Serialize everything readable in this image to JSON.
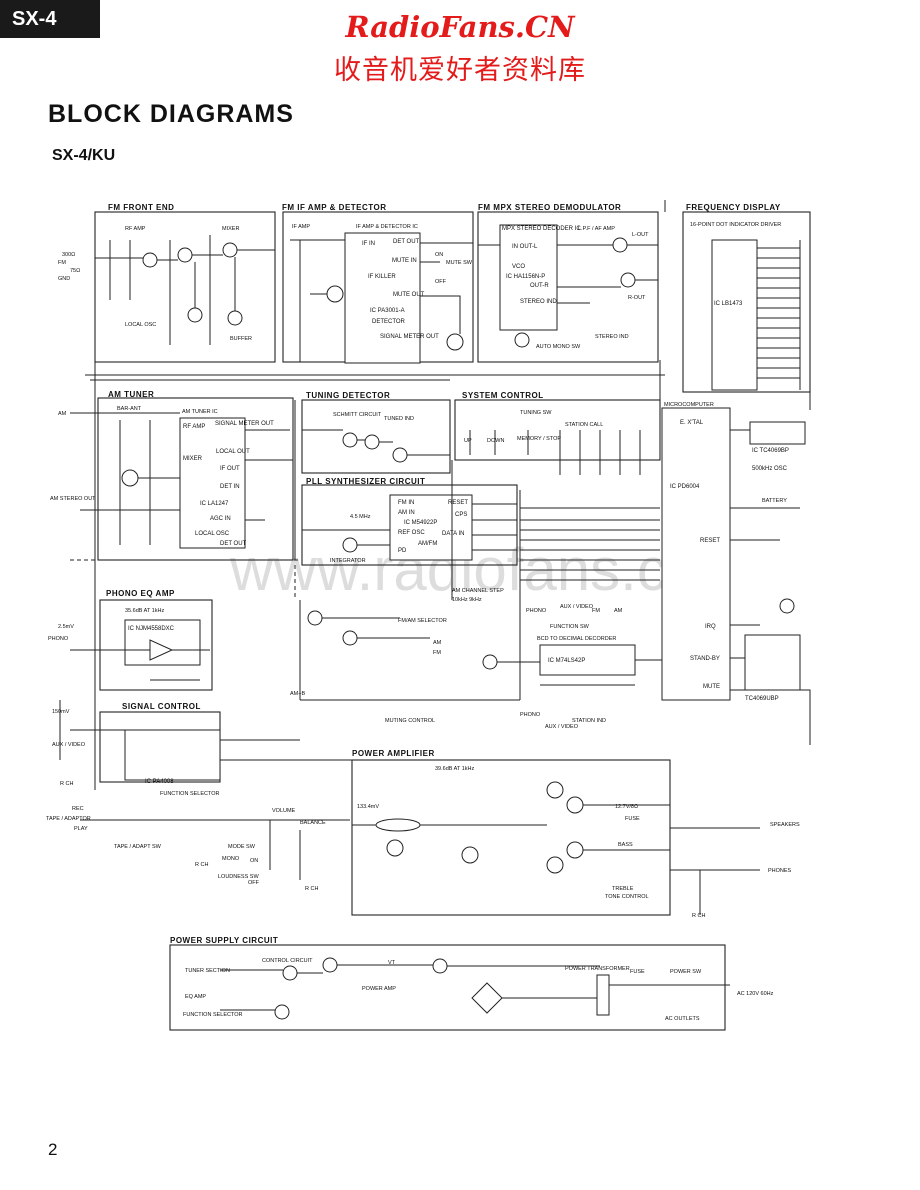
{
  "header": {
    "model_tag": "SX-4",
    "watermark_site": "RadioFans.CN",
    "watermark_cn": "收音机爱好者资料库",
    "title": "BLOCK DIAGRAMS",
    "subtitle": "SX-4/KU",
    "background_watermark": "www.radiofans.cn"
  },
  "page_number": "2",
  "blocks": {
    "fm_front_end": "FM FRONT END",
    "fm_if": "FM IF AMP & DETECTOR",
    "fm_mpx": "FM MPX STEREO DEMODULATOR",
    "freq_display": "FREQUENCY DISPLAY",
    "am_tuner": "AM TUNER",
    "tuning_detector": "TUNING DETECTOR",
    "system_control": "SYSTEM CONTROL",
    "pll": "PLL SYNTHESIZER CIRCUIT",
    "phono_eq": "PHONO EQ AMP",
    "signal_control": "SIGNAL CONTROL",
    "power_amp": "POWER AMPLIFIER",
    "power_supply": "POWER SUPPLY CIRCUIT"
  },
  "labels": {
    "rf_amp": "RF AMP",
    "mixer": "MIXER",
    "local_osc": "LOCAL OSC",
    "buffer": "BUFFER",
    "ohm300": "300Ω",
    "ohm75": "75Ω",
    "fm": "FM",
    "gnd": "GND",
    "if_amp": "IF AMP",
    "if_det_ic": "IF AMP & DETECTOR IC",
    "if_in": "IF IN",
    "det_out": "DET OUT",
    "mute_in": "MUTE IN",
    "if_killer": "IF KILLER",
    "mute_out": "MUTE OUT",
    "detector": "DETECTOR",
    "signal_meter_out": "SIGNAL METER OUT",
    "ic_pa3001a": "IC PA3001-A",
    "mute_sw": "MUTE SW",
    "on": "ON",
    "off": "OFF",
    "mpx_ic": "MPX STEREO DECODER IC",
    "in_out_l": "IN OUT-L",
    "vco": "VCO",
    "ic_ha1156": "IC HA1156N-P",
    "out_r": "OUT-R",
    "stereo_ind": "STEREO IND",
    "lpf_af": "L.P.F / AF AMP",
    "l_out": "L-OUT",
    "r_out": "R-OUT",
    "auto_mono": "AUTO MONO SW",
    "stereo_ind2": "STEREO IND",
    "dot_driver": "16-POINT DOT INDICATOR DRIVER",
    "ic_lb1473": "IC LB1473",
    "am": "AM",
    "bar_ant": "BAR-ANT",
    "am_tuner_ic": "AM TUNER IC",
    "signal_meter_out2": "SIGNAL METER OUT",
    "local_out": "LOCAL OUT",
    "if_out": "IF OUT",
    "det_in": "DET IN",
    "agc_in": "AGC IN",
    "det_out2": "DET OUT",
    "local_osc2": "LOCAL OSC",
    "ic_la1247": "IC LA1247",
    "am_stereo_out": "AM STEREO OUT",
    "schmitt": "SCHMITT CIRCUIT",
    "tuned_ind": "TUNED IND",
    "tuning_sw": "TUNING SW",
    "up": "UP",
    "down": "DOWN",
    "memory_stop": "MEMORY / STOP",
    "station_call": "STATION CALL",
    "microcomputer": "MICROCOMPUTER",
    "ext": "E. X'TAL",
    "ic_tc4069": "IC TC4069BP",
    "osc500": "500kHz OSC",
    "ic_pd6004": "IC PD6004",
    "battery": "BATTERY",
    "reset": "RESET",
    "irq": "IRQ",
    "standby": "STAND-BY",
    "mute": "MUTE",
    "tc4069": "TC4069UBP",
    "mhz45": "4.5 MHz",
    "ic_m54922": "IC M54922P",
    "fm_in": "FM IN",
    "am_in": "AM IN",
    "ref_osc": "REF OSC",
    "pd": "PD",
    "integrator": "INTEGRATOR",
    "cps": "CPS",
    "data_in": "DATA IN",
    "am_fm": "AM/FM",
    "am_step": "AM CHANNEL STEP",
    "khz": "10kHz   9kHz",
    "fm_am_sel": "FM/AM SELECTOR",
    "phono": "PHONO",
    "aux_video": "AUX / VIDEO",
    "fm_l": "FM",
    "am_l": "AM",
    "function_sw": "FUNCTION SW",
    "bcd": "BCD TO DECIMAL DECORDER",
    "ic_m74": "IC M74LS42P",
    "station_ind": "STATION IND",
    "am_b": "AM+B",
    "muting_control": "MUTING CONTROL",
    "eq_gain": "35.6dB AT 1kHz",
    "ic_njm": "IC NJM4558DXC",
    "mv25": "2.5mV",
    "mv150": "150mV",
    "aux_video2": "AUX / VIDEO",
    "rch": "R CH",
    "ic_pa4008": "IC PA4008",
    "function_selector": "FUNCTION SELECTOR",
    "rec": "REC",
    "tape_adaptor": "TAPE / ADAPTOR",
    "play": "PLAY",
    "tape_adapt_sw": "TAPE / ADAPT SW",
    "volume": "VOLUME",
    "balance": "BALANCE",
    "mode_sw": "MODE SW",
    "mono": "MONO",
    "loudness": "LOUDNESS SW",
    "pa_gain": "39.6dB AT 1kHz",
    "mv1334": "133.4mV",
    "v127": "12.7V/8Ω",
    "fuse": "FUSE",
    "bass": "BASS",
    "treble": "TREBLE",
    "tone": "TONE CONTROL",
    "speakers": "SPEAKERS",
    "phones": "PHONES",
    "tuner_section": "TUNER SECTION",
    "control_circuit": "CONTROL CIRCUIT",
    "eq_amp": "EQ AMP",
    "function_selector2": "FUNCTION SELECTOR",
    "power_amp2": "POWER AMP",
    "vt": "VT",
    "power_transformer": "POWER TRANSFORMER",
    "fuse2": "FUSE",
    "power_sw": "POWER SW",
    "ac": "AC 120V  60Hz",
    "ac_outlets": "AC OUTLETS"
  }
}
